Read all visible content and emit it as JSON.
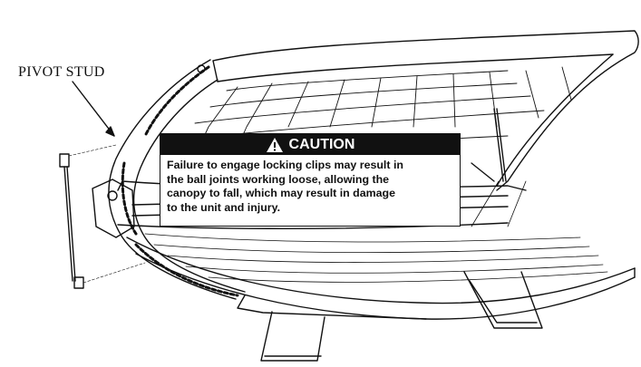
{
  "callout": {
    "label": "PIVOT STUD"
  },
  "warning": {
    "icon": "warning-triangle-icon",
    "heading": "CAUTION",
    "lines": [
      "Failure to engage locking clips may result in",
      "the ball joints working loose, allowing the",
      "canopy to fall, which may result in damage",
      "to the unit and injury."
    ],
    "header_color": "#111111"
  }
}
